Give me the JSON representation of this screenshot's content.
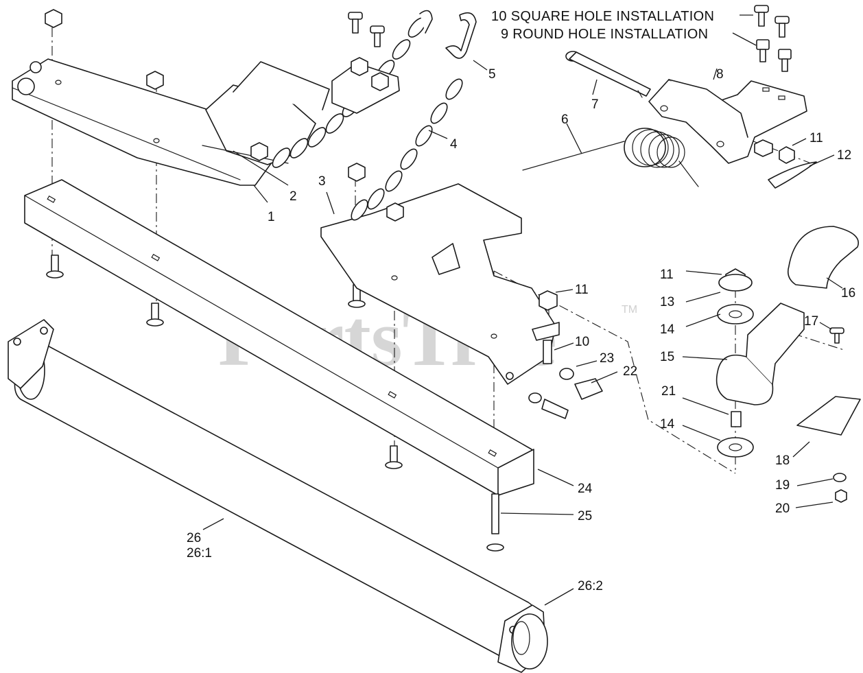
{
  "watermark": {
    "text": "PartsTree",
    "trademark": "TM"
  },
  "notes": [
    {
      "id": "note-square-hole",
      "text": "10 SQUARE HOLE INSTALLATION"
    },
    {
      "id": "note-round-hole",
      "text": "9 ROUND HOLE INSTALLATION"
    }
  ],
  "callouts": [
    {
      "id": "1",
      "text": "1"
    },
    {
      "id": "2",
      "text": "2"
    },
    {
      "id": "3",
      "text": "3"
    },
    {
      "id": "4",
      "text": "4"
    },
    {
      "id": "5",
      "text": "5"
    },
    {
      "id": "6",
      "text": "6"
    },
    {
      "id": "7",
      "text": "7"
    },
    {
      "id": "8",
      "text": "8"
    },
    {
      "id": "11a",
      "text": "11"
    },
    {
      "id": "12",
      "text": "12"
    },
    {
      "id": "11b",
      "text": "11"
    },
    {
      "id": "11c",
      "text": "11"
    },
    {
      "id": "16",
      "text": "16"
    },
    {
      "id": "13",
      "text": "13"
    },
    {
      "id": "14a",
      "text": "14"
    },
    {
      "id": "17",
      "text": "17"
    },
    {
      "id": "15",
      "text": "15"
    },
    {
      "id": "10",
      "text": "10"
    },
    {
      "id": "23",
      "text": "23"
    },
    {
      "id": "22",
      "text": "22"
    },
    {
      "id": "21",
      "text": "21"
    },
    {
      "id": "14b",
      "text": "14"
    },
    {
      "id": "18",
      "text": "18"
    },
    {
      "id": "19",
      "text": "19"
    },
    {
      "id": "20",
      "text": "20"
    },
    {
      "id": "24",
      "text": "24"
    },
    {
      "id": "25",
      "text": "25"
    },
    {
      "id": "26",
      "text": "26"
    },
    {
      "id": "26-1",
      "text": "26:1"
    },
    {
      "id": "26-2",
      "text": "26:2"
    }
  ]
}
